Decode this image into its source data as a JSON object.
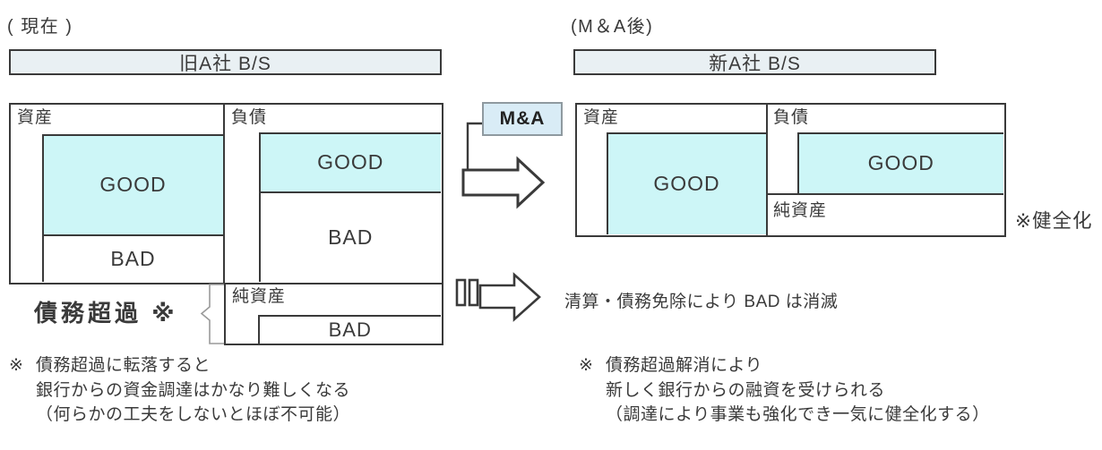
{
  "colors": {
    "line": "#3a3a3a",
    "text": "#3a3a3a",
    "cyan_fill": "#cdf6f7",
    "header_fill": "#e9f0f3",
    "mna_fill": "#d9ecf6",
    "brace": "#9a9a9a"
  },
  "current": {
    "caption": "( 現在 )",
    "header": "旧A社 B/S",
    "assets": {
      "label": "資産",
      "good": "GOOD",
      "bad": "BAD"
    },
    "liabilities": {
      "label": "負債",
      "good": "GOOD",
      "bad": "BAD"
    },
    "net_assets": {
      "label": "純資産",
      "bad": "BAD"
    },
    "insolvency_label": "債務超過 ※",
    "footnote": {
      "marker": "※",
      "lines": [
        "債務超過に転落すると",
        "銀行からの資金調達はかなり難しくなる",
        "（何らかの工夫をしないとほぼ不可能）"
      ]
    }
  },
  "transition": {
    "mna_label": "M&A",
    "liquidation_note": "清算・債務免除により BAD は消滅"
  },
  "after": {
    "caption": "(M＆A後)",
    "header": "新A社 B/S",
    "assets": {
      "label": "資産",
      "good": "GOOD"
    },
    "liabilities": {
      "label": "負債",
      "good": "GOOD"
    },
    "net_assets": {
      "label": "純資産"
    },
    "healthy_label": "※健全化",
    "footnote": {
      "marker": "※",
      "lines": [
        "債務超過解消により",
        "新しく銀行からの融資を受けられる",
        "（調達により事業も強化でき一気に健全化する）"
      ]
    }
  }
}
